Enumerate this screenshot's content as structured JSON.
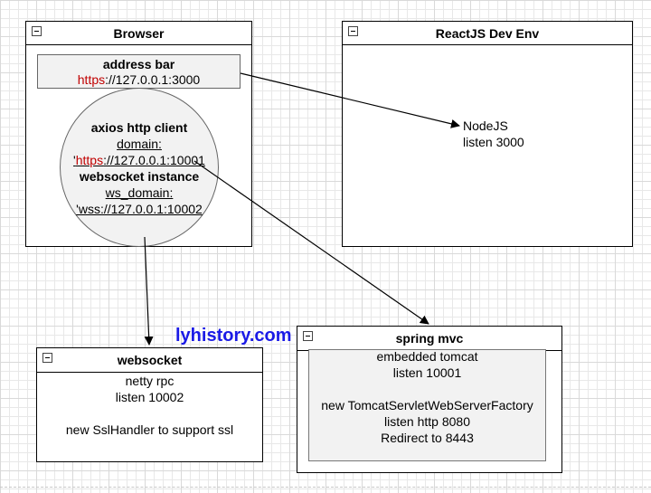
{
  "browser": {
    "title": "Browser",
    "address_bar": {
      "label": "address bar",
      "scheme": "https",
      "rest": "://127.0.0.1:3000"
    },
    "axios": {
      "label": "axios http client",
      "domain_label": "domain:",
      "domain_prefix": "'",
      "domain_scheme": "https",
      "domain_rest": "://127.0.0.1:10001"
    },
    "websocket_instance": {
      "label": "websocket instance",
      "domain_label": "ws_domain:",
      "domain_value": "'wss://127.0.0.1:10002"
    }
  },
  "react_env": {
    "title": "ReactJS Dev Env",
    "node_line1": "NodeJS",
    "node_line2": "listen 3000"
  },
  "websocket": {
    "title": "websocket",
    "line1": "netty rpc",
    "line2": "listen 10002",
    "line3": "new SslHandler to support ssl"
  },
  "spring": {
    "title": "spring mvc",
    "line1": "embedded tomcat",
    "line2": "listen 10001",
    "line3": "new TomcatServletWebServerFactory",
    "line4": "listen http 8080",
    "line5": "Redirect to 8443"
  },
  "watermark": "lyhistory.com",
  "colors": {
    "https_red": "#c00000",
    "watermark_blue": "#1a1ae6",
    "fill_gray": "#f2f2f2"
  }
}
